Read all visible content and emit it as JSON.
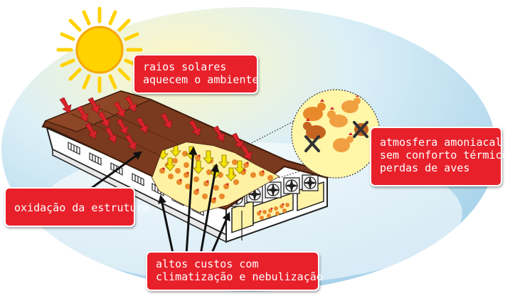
{
  "callouts": {
    "sun": "raios solares\naquecem o ambiente",
    "ammonia": "atmosfera amoniacal\nsem conforto térmico\nperdas de aves",
    "oxidation": "oxidação da estrutura",
    "costs": "altos custos com\nclimatização e nebulização"
  },
  "colors": {
    "callout_fill": "#e8202a",
    "roof": "#7a3a1f",
    "sky": "#cfe6f2",
    "sun": "#ffd200",
    "rays_arrows": "#d8232a",
    "heat_arrows": "#f2e400",
    "inset_bg": "#fff6a8"
  },
  "icons": [
    "sun-icon",
    "ventilation-fan-icon",
    "chicken-icon",
    "cross-mark-icon"
  ]
}
